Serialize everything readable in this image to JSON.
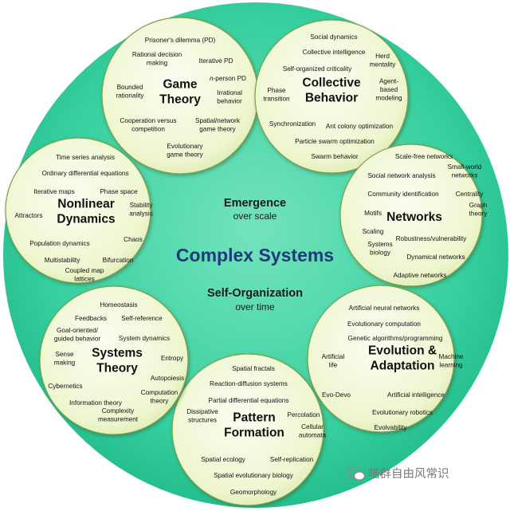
{
  "center": {
    "title": "Complex Systems",
    "emergence": "Emergence",
    "emergence_sub": "over scale",
    "self_org": "Self-Organization",
    "self_org_sub": "over time"
  },
  "colors": {
    "outer_circle": "#2cc99a",
    "inner_circle": "#5fdcb2",
    "bubble_fill": "#f3f9dc",
    "bubble_edge": "#7fa04a",
    "center_title": "#1f3a78"
  },
  "bubbles": [
    {
      "name": "game-theory",
      "title": [
        "Game",
        "Theory"
      ],
      "topics": [
        {
          "text": [
            "Prisoner's dilemma (PD)"
          ]
        },
        {
          "text": [
            "Rational decision",
            "making"
          ]
        },
        {
          "text": [
            "Iterative PD"
          ]
        },
        {
          "text": [
            "n-person PD"
          ],
          "italic_prefix": "n"
        },
        {
          "text": [
            "Bounded",
            "rationality"
          ]
        },
        {
          "text": [
            "Irrational",
            "behavior"
          ]
        },
        {
          "text": [
            "Cooperation versus",
            "competition"
          ]
        },
        {
          "text": [
            "Spatial/network",
            "game theory"
          ]
        },
        {
          "text": [
            "Evolutionary",
            "game theory"
          ]
        }
      ]
    },
    {
      "name": "collective-behavior",
      "title": [
        "Collective",
        "Behavior"
      ],
      "topics": [
        {
          "text": [
            "Social dynamics"
          ]
        },
        {
          "text": [
            "Collective intelligence"
          ]
        },
        {
          "text": [
            "Self-organized criticality"
          ]
        },
        {
          "text": [
            "Herd",
            "mentality"
          ]
        },
        {
          "text": [
            "Phase",
            "transition"
          ]
        },
        {
          "text": [
            "Agent-",
            "based",
            "modeling"
          ]
        },
        {
          "text": [
            "Synchronization"
          ]
        },
        {
          "text": [
            "Ant colony optimization"
          ]
        },
        {
          "text": [
            "Particle swarm optimization"
          ]
        },
        {
          "text": [
            "Swarm behavior"
          ]
        }
      ]
    },
    {
      "name": "networks",
      "title": [
        "Networks"
      ],
      "topics": [
        {
          "text": [
            "Scale-free networks"
          ]
        },
        {
          "text": [
            "Social network analysis"
          ]
        },
        {
          "text": [
            "Small-world",
            "networks"
          ]
        },
        {
          "text": [
            "Community identification"
          ]
        },
        {
          "text": [
            "Centrality"
          ]
        },
        {
          "text": [
            "Motifs"
          ]
        },
        {
          "text": [
            "Graph",
            "theory"
          ]
        },
        {
          "text": [
            "Scaling"
          ]
        },
        {
          "text": [
            "Robustness/vulnerability"
          ]
        },
        {
          "text": [
            "Systems",
            "biology"
          ]
        },
        {
          "text": [
            "Dynamical networks"
          ]
        },
        {
          "text": [
            "Adaptive networks"
          ]
        }
      ]
    },
    {
      "name": "evolution-adaptation",
      "title": [
        "Evolution &",
        "Adaptation"
      ],
      "topics": [
        {
          "text": [
            "Artificial neural networks"
          ]
        },
        {
          "text": [
            "Evolutionary computation"
          ]
        },
        {
          "text": [
            "Genetic algorithms/programming"
          ]
        },
        {
          "text": [
            "Artificial",
            "life"
          ]
        },
        {
          "text": [
            "Machine",
            "learning"
          ]
        },
        {
          "text": [
            "Evo-Devo"
          ]
        },
        {
          "text": [
            "Artificial intelligence"
          ]
        },
        {
          "text": [
            "Evolutionary robotics"
          ]
        },
        {
          "text": [
            "Evolvability"
          ]
        }
      ]
    },
    {
      "name": "pattern-formation",
      "title": [
        "Pattern",
        "Formation"
      ],
      "topics": [
        {
          "text": [
            "Spatial fractals"
          ]
        },
        {
          "text": [
            "Reaction-diffusion systems"
          ]
        },
        {
          "text": [
            "Partial differential equations"
          ]
        },
        {
          "text": [
            "Dissipative",
            "structures"
          ]
        },
        {
          "text": [
            "Percolation"
          ]
        },
        {
          "text": [
            "Cellular",
            "automata"
          ]
        },
        {
          "text": [
            "Spatial ecology"
          ]
        },
        {
          "text": [
            "Self-replication"
          ]
        },
        {
          "text": [
            "Spatial evolutionary biology"
          ]
        },
        {
          "text": [
            "Geomorphology"
          ]
        }
      ]
    },
    {
      "name": "systems-theory",
      "title": [
        "Systems",
        "Theory"
      ],
      "topics": [
        {
          "text": [
            "Homeostasis"
          ]
        },
        {
          "text": [
            "Feedbacks"
          ]
        },
        {
          "text": [
            "Self-reference"
          ]
        },
        {
          "text": [
            "Goal-oriented/",
            "guided behavior"
          ]
        },
        {
          "text": [
            "System dynamics"
          ]
        },
        {
          "text": [
            "Sense",
            "making"
          ]
        },
        {
          "text": [
            "Entropy"
          ]
        },
        {
          "text": [
            "Cybernetics"
          ]
        },
        {
          "text": [
            "Autopoiesis"
          ]
        },
        {
          "text": [
            "Information theory"
          ]
        },
        {
          "text": [
            "Computation",
            "theory"
          ]
        },
        {
          "text": [
            "Complexity",
            "measurement"
          ]
        }
      ]
    },
    {
      "name": "nonlinear-dynamics",
      "title": [
        "Nonlinear",
        "Dynamics"
      ],
      "topics": [
        {
          "text": [
            "Time series analysis"
          ]
        },
        {
          "text": [
            "Ordinary differential equations"
          ]
        },
        {
          "text": [
            "Iterative maps"
          ]
        },
        {
          "text": [
            "Phase space"
          ]
        },
        {
          "text": [
            "Attractors"
          ]
        },
        {
          "text": [
            "Stability",
            "analysis"
          ]
        },
        {
          "text": [
            "Population dynamics"
          ]
        },
        {
          "text": [
            "Chaos"
          ]
        },
        {
          "text": [
            "Multistability"
          ]
        },
        {
          "text": [
            "Bifurcation"
          ]
        },
        {
          "text": [
            "Coupled map",
            "lattices"
          ]
        }
      ]
    }
  ],
  "watermark": {
    "icon": "wechat-icon",
    "text": "喵群自由风常识"
  }
}
